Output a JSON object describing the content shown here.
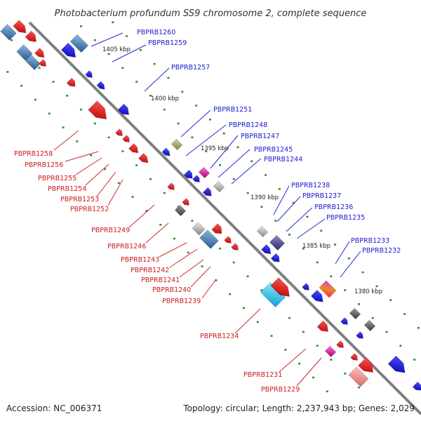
{
  "title": "Photobacterium profundum SS9 chromosome 2, complete sequence",
  "footer": {
    "accession": "Accession: NC_006371",
    "topology": "Topology: circular; Length: 2,237,943 bp; Genes: 2,029"
  },
  "kbp_marks": [
    "1405 kbp",
    "1400 kbp",
    "1395 kbp",
    "1390 kbp",
    "1385 kbp",
    "1380 kbp"
  ],
  "forward_labels": [
    "PBPRB1260",
    "PBPRB1259",
    "PBPRB1257",
    "PBPRB1251",
    "PBPRB1248",
    "PBPRB1247",
    "PBPRB1245",
    "PBPRB1244",
    "PBPRB1238",
    "PBPRB1237",
    "PBPRB1236",
    "PBPRB1235",
    "PBPRB1233",
    "PBPRB1232"
  ],
  "reverse_labels": [
    "PBPRB1258",
    "PBPRB1256",
    "PBPRB1255",
    "PBPRB1254",
    "PBPRB1253",
    "PBPRB1252",
    "PBPRB1249",
    "PBPRB1246",
    "PBPRB1243",
    "PBPRB1242",
    "PBPRB1241",
    "PBPRB1240",
    "PBPRB1239",
    "PBPRB1234",
    "PBPRB1231",
    "PBPRB1229"
  ],
  "colors": {
    "backbone": "#808080",
    "forward_cds": "#1a1aee",
    "reverse_cds": "#ee1a1a",
    "tick": "#2a8a2a",
    "steel_blue": "#4a86c0",
    "cyan": "#22c8ee",
    "olive": "#b0a860",
    "magenta": "#ee22aa",
    "grey": "#a0a0a0",
    "dark_grey": "#606068",
    "slate": "#4a4a8a",
    "orange": "#ee8a22",
    "pink": "#ee8888"
  }
}
